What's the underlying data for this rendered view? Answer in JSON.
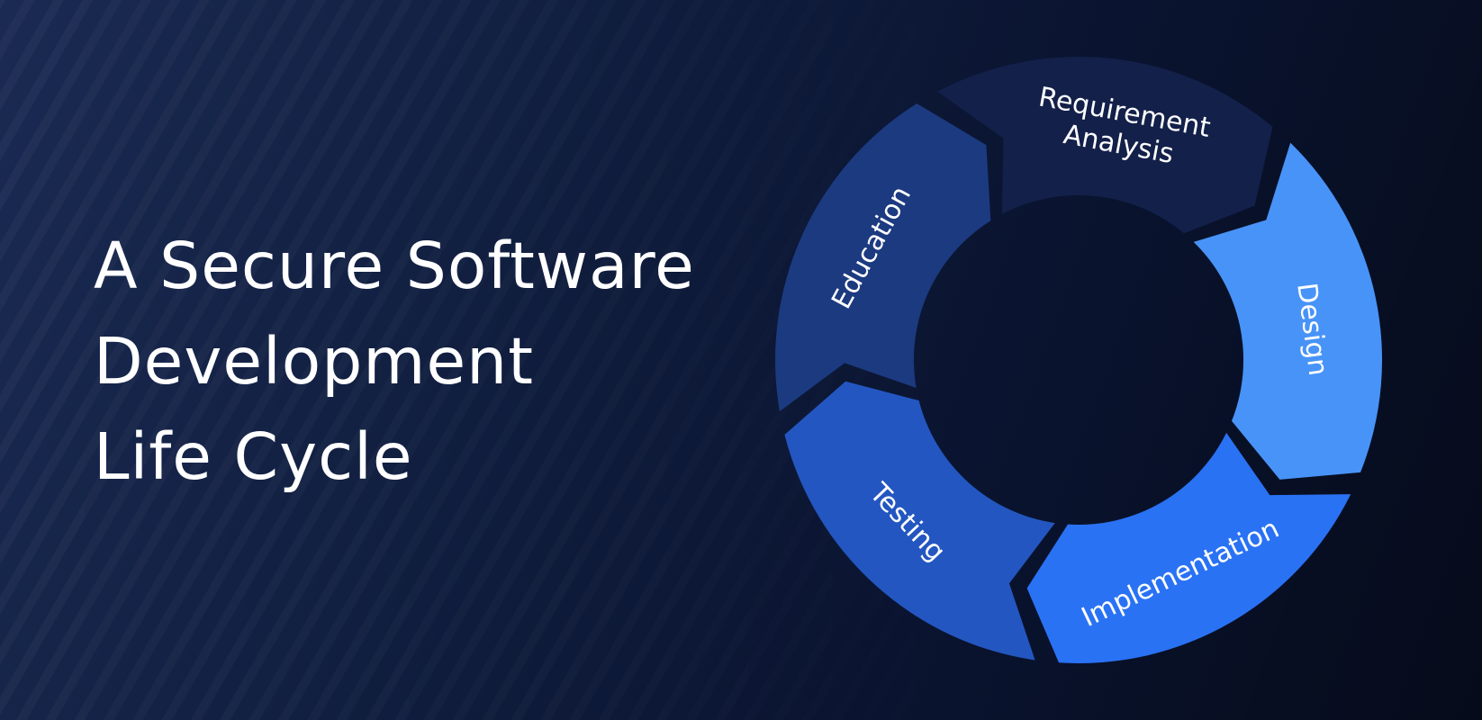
{
  "title": {
    "line1": "A Secure Software",
    "line2": "Development",
    "line3": "Life Cycle"
  },
  "cycle": {
    "segments": [
      {
        "lines": [
          "Requirement",
          "Analysis"
        ],
        "color": "#13204a"
      },
      {
        "lines": [
          "Design"
        ],
        "color": "#4893f7"
      },
      {
        "lines": [
          "Implementation"
        ],
        "color": "#2a72f4"
      },
      {
        "lines": [
          "Testing"
        ],
        "color": "#2356c0"
      },
      {
        "lines": [
          "Education"
        ],
        "color": "#1c3a80"
      }
    ]
  },
  "colors": {
    "background_dark": "#060b1a",
    "background_light": "#1a2a52",
    "text": "#ffffff"
  }
}
